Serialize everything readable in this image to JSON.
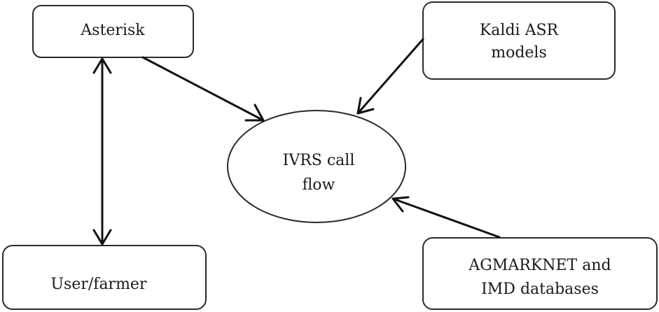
{
  "diagram": {
    "type": "flow",
    "nodes": {
      "asterisk": {
        "lines": [
          "Asterisk"
        ]
      },
      "kaldi": {
        "lines": [
          "Kaldi ASR",
          "models"
        ]
      },
      "ivrs": {
        "lines": [
          "IVRS call",
          "flow"
        ]
      },
      "user": {
        "lines": [
          "User/farmer"
        ]
      },
      "agmarknet": {
        "lines": [
          "AGMARKNET and",
          "IMD databases"
        ]
      }
    },
    "edges": [
      {
        "from": "Asterisk",
        "to": "IVRS call flow",
        "direction": "forward"
      },
      {
        "from": "Kaldi ASR models",
        "to": "IVRS call flow",
        "direction": "forward"
      },
      {
        "from": "AGMARKNET and IMD databases",
        "to": "IVRS call flow",
        "direction": "forward"
      },
      {
        "from": "Asterisk",
        "to": "User/farmer",
        "direction": "bidirectional"
      }
    ],
    "colors": {
      "stroke": "#111111",
      "box_border": "#2a2a2a",
      "text": "#1a1a1a",
      "background": "#ffffff"
    }
  }
}
